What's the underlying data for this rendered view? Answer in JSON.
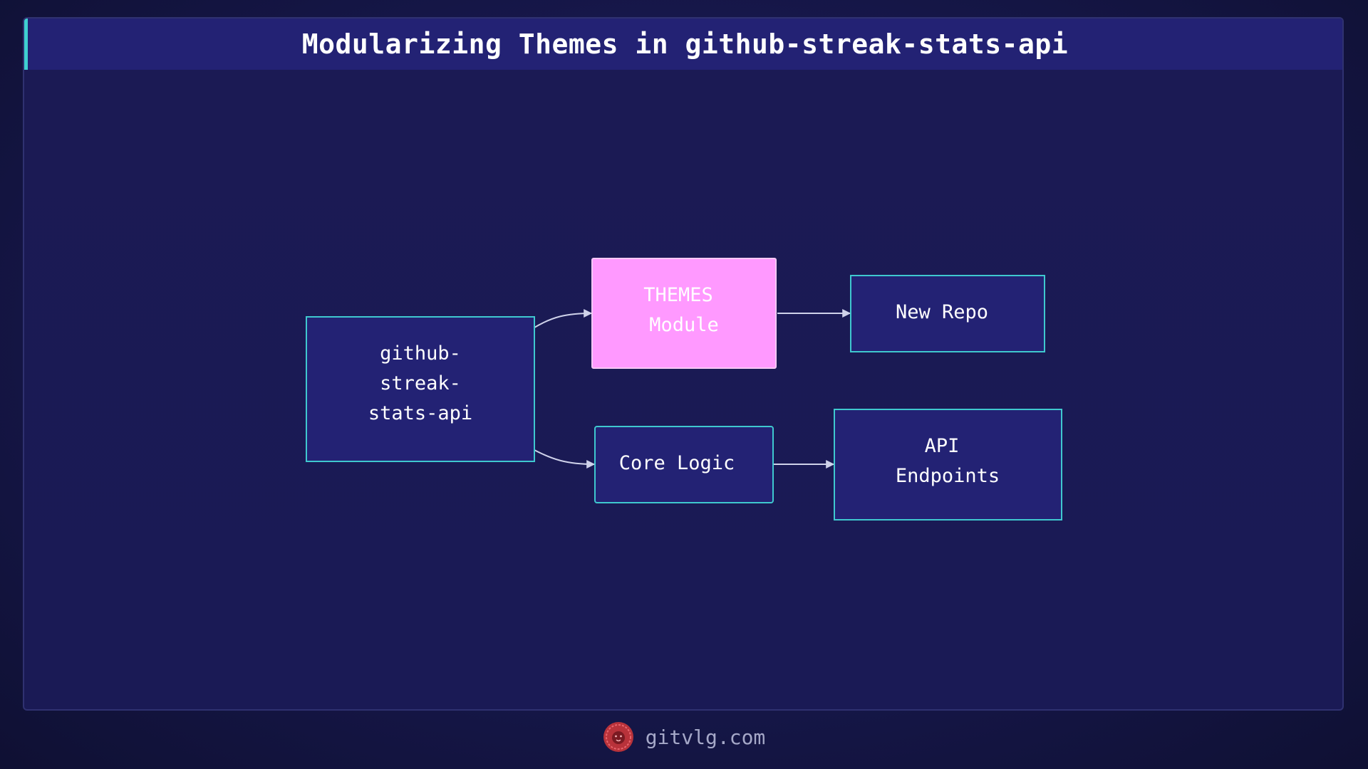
{
  "header": {
    "title": "Modularizing Themes in github-streak-stats-api"
  },
  "diagram": {
    "nodes": [
      {
        "id": "repo",
        "lines": [
          "github-",
          "streak-",
          "stats-api"
        ],
        "style": "default"
      },
      {
        "id": "themes",
        "lines": [
          "THEMES",
          "Module"
        ],
        "style": "highlight"
      },
      {
        "id": "core",
        "lines": [
          "Core Logic"
        ],
        "style": "default"
      },
      {
        "id": "newrepo",
        "lines": [
          "New Repo"
        ],
        "style": "default"
      },
      {
        "id": "api",
        "lines": [
          "API",
          "Endpoints"
        ],
        "style": "default"
      }
    ],
    "edges": [
      {
        "from": "repo",
        "to": "themes"
      },
      {
        "from": "repo",
        "to": "core"
      },
      {
        "from": "themes",
        "to": "newrepo"
      },
      {
        "from": "core",
        "to": "api"
      }
    ]
  },
  "colors": {
    "node_fill": "#232274",
    "node_border": "#3fc8cf",
    "highlight_fill": "#ff99ff",
    "highlight_border": "#f6c8f6",
    "edge": "#cfd2ea"
  },
  "footer": {
    "site": "gitvlg.com",
    "logo_icon": "lion-logo-icon"
  }
}
